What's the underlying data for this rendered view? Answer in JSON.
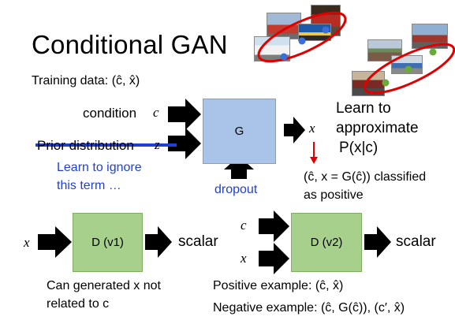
{
  "title": "Conditional GAN",
  "training_data": "Training data: (ĉ, x̂)",
  "condition_label": "condition",
  "condition_var": "c",
  "prior_label": "Prior distribution",
  "prior_var": "z",
  "ignore_text_line1": "Learn to ignore",
  "ignore_text_line2": "this term …",
  "dropout_label": "dropout",
  "generator_label": "G",
  "generator_output": "x",
  "learn_line1": "Learn to",
  "learn_line2": "approximate",
  "learn_line3": "P(x|c)",
  "classified_line1": "(ĉ, x = G(ĉ)) classified",
  "classified_line2": "as positive",
  "d1_input": "x",
  "d1_label": "D (v1)",
  "d1_output": "scalar",
  "d1_note_line1": "Can generated x not",
  "d1_note_line2": "related to c",
  "d2_input_c": "c",
  "d2_input_x": "x",
  "d2_label": "D (v2)",
  "d2_output": "scalar",
  "positive_example": "Positive example: (ĉ, x̂)",
  "negative_example": "Negative example: (ĉ, G(ĉ)), (c′, x̂)",
  "colors": {
    "generator_fill": "#a9c4e8",
    "discriminator_fill": "#a8d08d",
    "accent_blue": "#1f3fd6",
    "ellipse_red": "#e00000",
    "arrow": "#000000"
  }
}
